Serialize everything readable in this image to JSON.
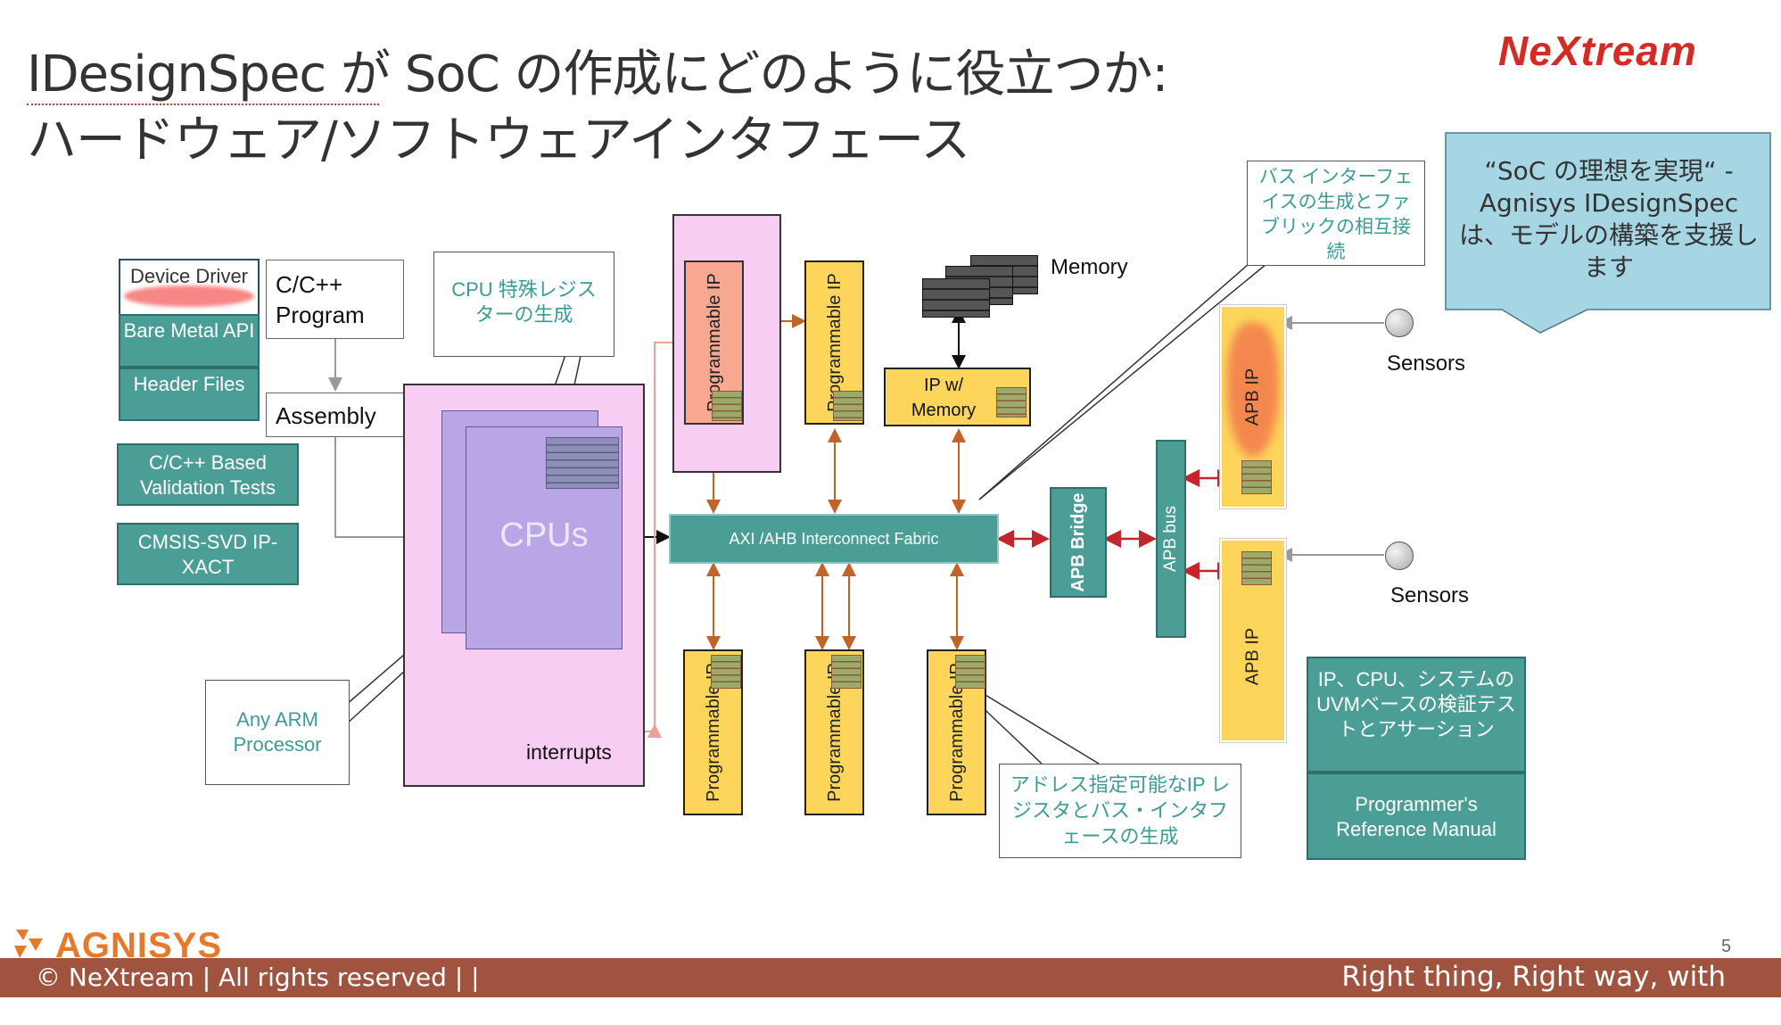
{
  "title": {
    "line1": "IDesignSpec が SoC の作成にどのように役立つか:",
    "line2": "ハードウェア/ソフトウェアインタフェース"
  },
  "logo": {
    "nextream": "NeXtream",
    "agnisys": "AGNISYS"
  },
  "callout_quote": "“SoC の理想を実現“ - Agnisys IDesignSpec は、モデルの構築を支援します",
  "software_stack": {
    "device_driver": "Device Driver",
    "bare_metal": "Bare Metal API",
    "header_files": "Header Files",
    "validation_tests": "C/C++ Based Validation Tests",
    "cmsis": "CMSIS-SVD IP-XACT"
  },
  "program": {
    "cpp": "C/C++ Program",
    "assembly": "Assembly"
  },
  "notes": {
    "cpu_regs": "CPU 特殊レジスターの生成",
    "any_arm": "Any ARM Processor",
    "bus_interface": "バス インターフェイスの生成とファブリックの相互接続",
    "addressable_ip": "アドレス指定可能なIP レジスタとバス・インタフェースの生成"
  },
  "cpu": {
    "label": "CPUs",
    "interrupts": "interrupts"
  },
  "ip": {
    "programmable": "Programmable IP",
    "ip_memory": "IP w/ Memory",
    "memory": "Memory",
    "apb_ip": "APB IP",
    "apb_bridge": "APB Bridge",
    "apb_bus": "APB bus",
    "fabric": "AXI /AHB  Interconnect  Fabric"
  },
  "sensors": [
    "Sensors",
    "Sensors"
  ],
  "verification": {
    "uvm": "IP、CPU、システムのUVMベースの検証テストとアサーション",
    "manual": "Programmer's Reference Manual"
  },
  "footer": {
    "copyright": "© NeXtream | All rights reserved |  |",
    "slogan": "Right thing, Right way, with Fun!",
    "page": "5"
  },
  "colors": {
    "teal": "#4b9e96",
    "pink": "#f7cdf4",
    "yellow": "#fcd55a",
    "cpu_purple": "#b9a6e6",
    "footer": "#a0533f",
    "callout_blue": "#a6d6e4",
    "arrow_orange": "#c0642a",
    "arrow_red": "#c0262a"
  }
}
